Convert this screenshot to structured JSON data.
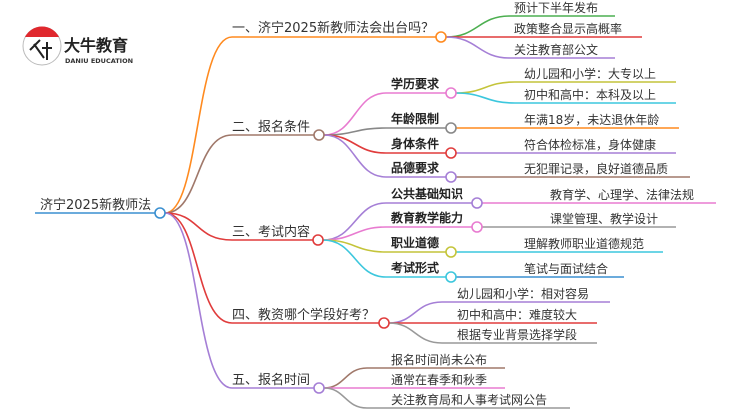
{
  "logo": {
    "brand": "大牛教育",
    "sub": "DANIU EDUCATION",
    "mark": "大牛"
  },
  "root": "济宁2025新教师法",
  "branches": [
    {
      "label": "一、济宁2025新教师法会出台吗？",
      "color": "#ff8a1f",
      "leaves": [
        "预计下半年发布",
        "政策整合显示高概率",
        "关注教育部公文"
      ]
    },
    {
      "label": "二、报名条件",
      "color": "#a0786a",
      "subs": [
        {
          "label": "学历要求",
          "leaves": [
            "幼儿园和小学：大专以上",
            "初中和高中：本科及以上"
          ]
        },
        {
          "label": "年龄限制",
          "leaves": [
            "年满18岁，未达退休年龄"
          ]
        },
        {
          "label": "身体条件",
          "leaves": [
            "符合体检标准，身体健康"
          ]
        },
        {
          "label": "品德要求",
          "leaves": [
            "无犯罪记录，良好道德品质"
          ]
        }
      ]
    },
    {
      "label": "三、考试内容",
      "color": "#e03c3c",
      "subs": [
        {
          "label": "公共基础知识",
          "leaves": [
            "教育学、心理学、法律法规"
          ]
        },
        {
          "label": "教育教学能力",
          "leaves": [
            "课堂管理、教学设计"
          ]
        },
        {
          "label": "职业道德",
          "leaves": [
            "理解教师职业道德规范"
          ]
        },
        {
          "label": "考试形式",
          "leaves": [
            "笔试与面试结合"
          ]
        }
      ]
    },
    {
      "label": "四、教资哪个学段好考？",
      "color": "#e03c3c",
      "leaves": [
        "幼儿园和小学：相对容易",
        "初中和高中：难度较大",
        "根据专业背景选择学段"
      ]
    },
    {
      "label": "五、报名时间",
      "color": "#a57fd6",
      "leaves": [
        "报名时间尚未公布",
        "通常在春季和秋季",
        "关注教育局和人事考试网公告"
      ]
    }
  ]
}
